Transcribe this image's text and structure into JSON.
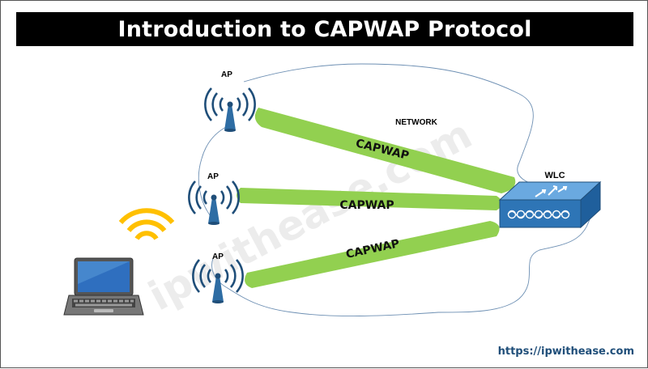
{
  "title": "Introduction to CAPWAP Protocol",
  "network_label": "NETWORK",
  "aps": [
    {
      "label": "AP"
    },
    {
      "label": "AP"
    },
    {
      "label": "AP"
    }
  ],
  "wlc_label": "WLC",
  "tunnels": [
    {
      "label": "CAPWAP"
    },
    {
      "label": "CAPWAP"
    },
    {
      "label": "CAPWAP"
    }
  ],
  "watermark": "ipwithease.com",
  "footer_url": "https://ipwithease.com",
  "colors": {
    "tunnel": "#92d050",
    "wlc": "#2e75b6",
    "ap": "#2e6da4",
    "wifi_laptop": "#ffc000",
    "title_bg": "#000000",
    "footer": "#1f4e79"
  },
  "icons": [
    "ap-antenna-icon",
    "wlc-switch-icon",
    "laptop-icon",
    "wifi-signal-icon"
  ]
}
